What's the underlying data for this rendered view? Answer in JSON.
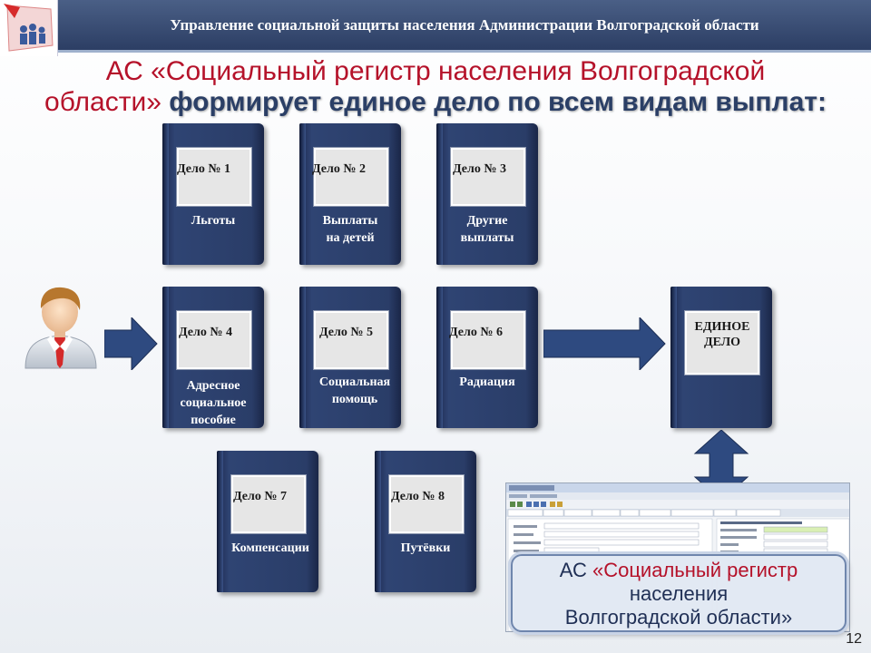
{
  "header": {
    "title": "Управление социальной защиты населения Администрации Волгоградской области"
  },
  "main_title": {
    "line1_red": "АС «Социальный регистр населения Волгоградской",
    "line2_red": "области»",
    "line2_dark": "формирует единое дело по всем видам выплат:"
  },
  "cases": [
    {
      "number": "Дело № 1",
      "caption1": "Льготы",
      "caption2": ""
    },
    {
      "number": "Дело № 2",
      "caption1": "Выплаты",
      "caption2": "на детей"
    },
    {
      "number": "Дело № 3",
      "caption1": "Другие",
      "caption2": "выплаты"
    },
    {
      "number": "Дело № 4",
      "caption1": "Адресное",
      "caption2": "социальное",
      "caption3": "пособие"
    },
    {
      "number": "Дело № 5",
      "caption1": "Социальная",
      "caption2": "помощь"
    },
    {
      "number": "Дело № 6",
      "caption1": "Радиация",
      "caption2": ""
    },
    {
      "number": "Дело № 7",
      "caption1": "Компенсации",
      "caption2": ""
    },
    {
      "number": "Дело № 8",
      "caption1": "Путёвки",
      "caption2": ""
    }
  ],
  "single_case": {
    "line1": "ЕДИНОЕ",
    "line2": "ДЕЛО"
  },
  "system": {
    "line1_dark": "АС",
    "line1_red": "«Социальный регистр",
    "line2": "населения",
    "line3": "Волгоградской области»"
  },
  "page_number": "12",
  "colors": {
    "header_bg": "#2c3e64",
    "title_red": "#b5122a",
    "title_dark": "#2b3f66",
    "book": "#2a3d68",
    "arrow": "#2e4a80"
  },
  "icons": {
    "person": "person-icon",
    "logo": "logo-icon"
  }
}
